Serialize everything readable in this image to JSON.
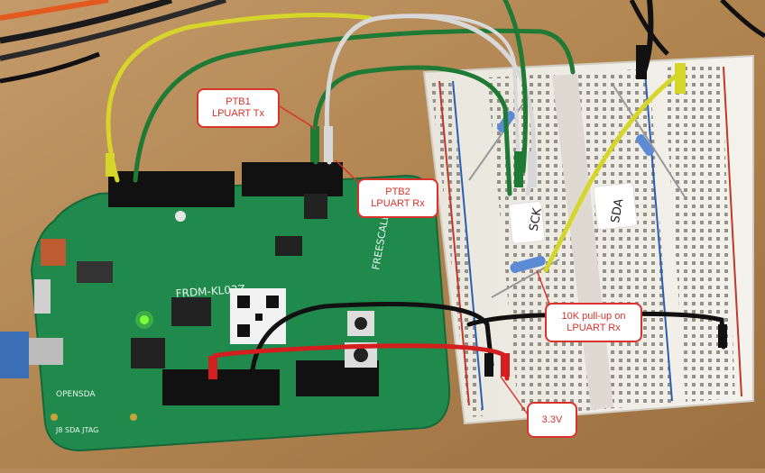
{
  "callouts": {
    "ptb1": {
      "line1": "PTB1",
      "line2": "LPUART Tx"
    },
    "ptb2": {
      "line1": "PTB2",
      "line2": "LPUART Rx"
    },
    "pullup": {
      "line1": "10K pull-up on",
      "line2": "LPUART Rx"
    },
    "power": {
      "line1": "3.3V"
    }
  },
  "board": {
    "name": "FRDM-KL03Z",
    "silkscreen_brand": "FREESCALE",
    "opensda_label": "OPENSDA",
    "jtag_label": "J8 SDA JTAG"
  },
  "breadboard": {
    "note_left": "SCK",
    "note_right": "SDA"
  },
  "colors": {
    "board": "#1f8a4c",
    "callout_border": "#d9332b",
    "wire_green": "#1e7a34",
    "wire_yellow": "#d6d62a",
    "wire_white": "#d8d8d8",
    "wire_red": "#d31f1f",
    "wire_black": "#111111",
    "table": "#b88a5a"
  }
}
